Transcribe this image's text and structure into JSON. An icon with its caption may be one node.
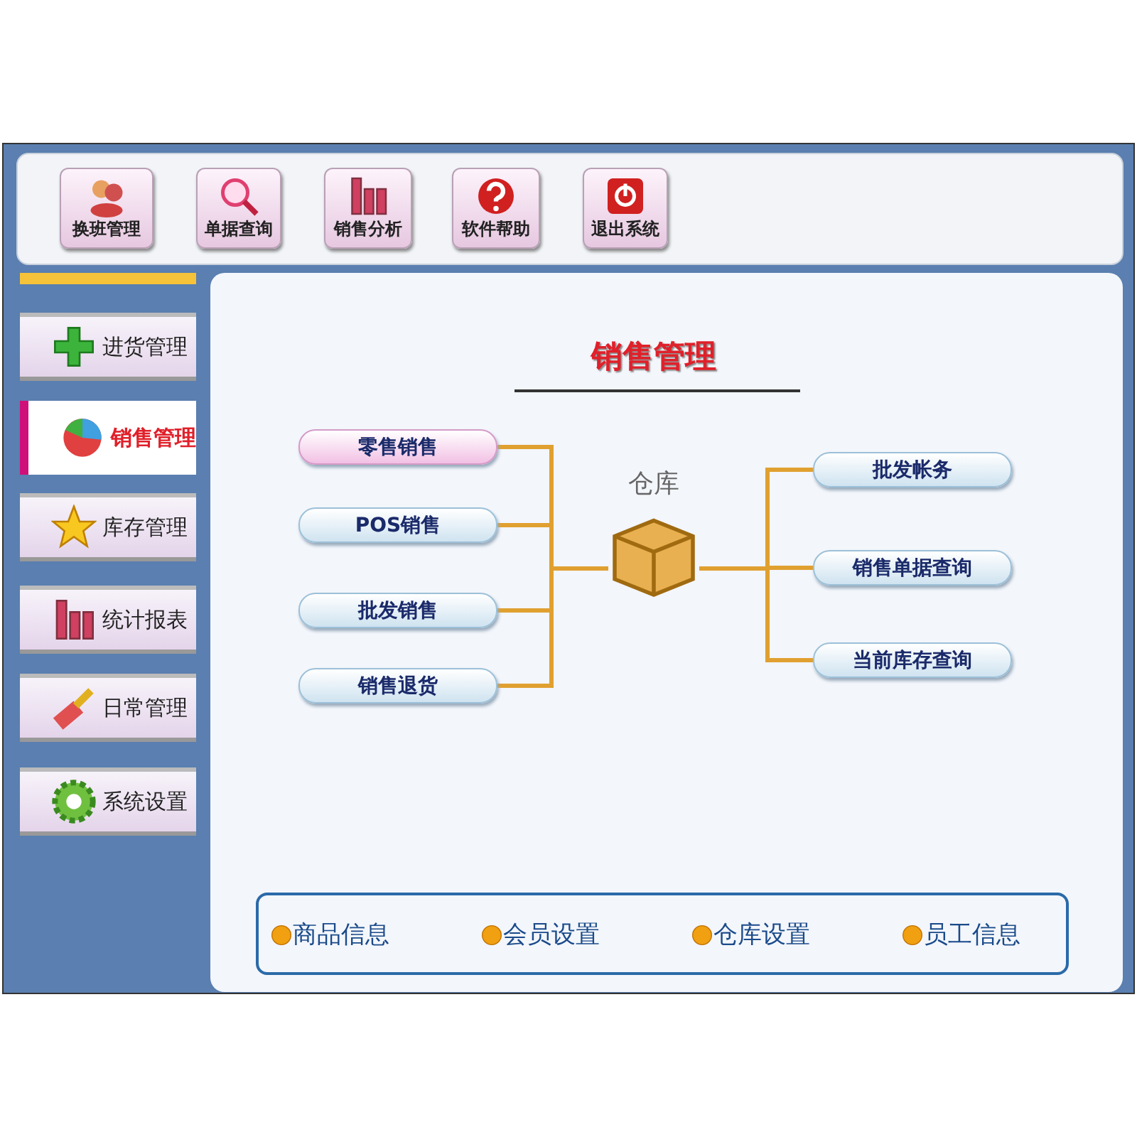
{
  "diagram": {
    "title": "销售管理",
    "nodes": [
      {
        "text": [
          "换班管理"
        ]
      },
      {
        "text": [
          "单据查询"
        ]
      },
      {
        "text": [
          "销售分析"
        ]
      },
      {
        "text": [
          "软件帮助"
        ]
      },
      {
        "text": [
          "退出系统"
        ]
      },
      {
        "text": [
          "进货管理"
        ]
      },
      {
        "text": [
          "销售管理"
        ]
      },
      {
        "text": [
          "库存管理"
        ]
      },
      {
        "text": [
          "统计报表"
        ]
      },
      {
        "text": [
          "日常管理"
        ]
      },
      {
        "text": [
          "系统设置"
        ]
      },
      {
        "text": [
          "零售销售"
        ]
      },
      {
        "text": [
          "POS销售"
        ]
      },
      {
        "text": [
          "批发销售"
        ]
      },
      {
        "text": [
          "销售退货"
        ]
      },
      {
        "text": [
          "仓库"
        ]
      },
      {
        "text": [
          "批发帐务"
        ]
      },
      {
        "text": [
          "销售单据查询"
        ]
      },
      {
        "text": [
          "当前库存查询"
        ]
      },
      {
        "text": [
          "商品信息",
          "会员设置",
          "仓库设置",
          "员工信息"
        ]
      }
    ],
    "edges": [
      {
        "from": 11,
        "to": 15,
        "arrow": "none"
      },
      {
        "from": 12,
        "to": 15,
        "arrow": "none"
      },
      {
        "from": 13,
        "to": 15,
        "arrow": "none"
      },
      {
        "from": 14,
        "to": 15,
        "arrow": "none"
      },
      {
        "from": 15,
        "to": 16,
        "arrow": "none"
      },
      {
        "from": 15,
        "to": 17,
        "arrow": "none"
      },
      {
        "from": 15,
        "to": 18,
        "arrow": "none"
      }
    ]
  }
}
